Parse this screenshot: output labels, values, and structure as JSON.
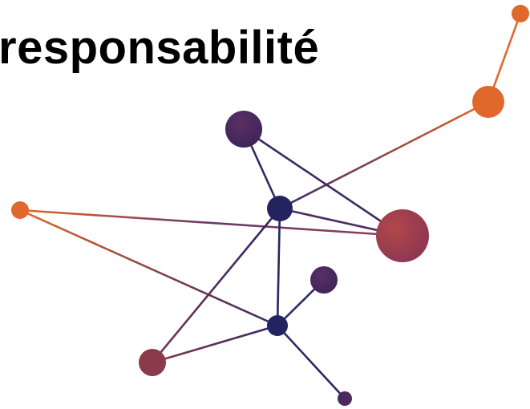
{
  "heading": {
    "text": "responsabilité"
  },
  "illustration": {
    "name": "network-graph-illustration",
    "colors": {
      "orange": "#e1682c",
      "navy": "#232360",
      "purple": "#4a2a5e",
      "maroon": "#8b3a4a",
      "wine": "#a6434a"
    },
    "nodes": [
      {
        "id": "n-top-right-small",
        "color": "orange"
      },
      {
        "id": "n-top-right-large",
        "color": "orange"
      },
      {
        "id": "n-purple-top",
        "color": "purple"
      },
      {
        "id": "n-hub-upper",
        "color": "navy"
      },
      {
        "id": "n-left-orange",
        "color": "orange"
      },
      {
        "id": "n-big-red",
        "color": "wine"
      },
      {
        "id": "n-purple-mid",
        "color": "purple"
      },
      {
        "id": "n-hub-lower",
        "color": "navy"
      },
      {
        "id": "n-bottom-left",
        "color": "maroon"
      },
      {
        "id": "n-bottom-small",
        "color": "purple"
      }
    ]
  }
}
